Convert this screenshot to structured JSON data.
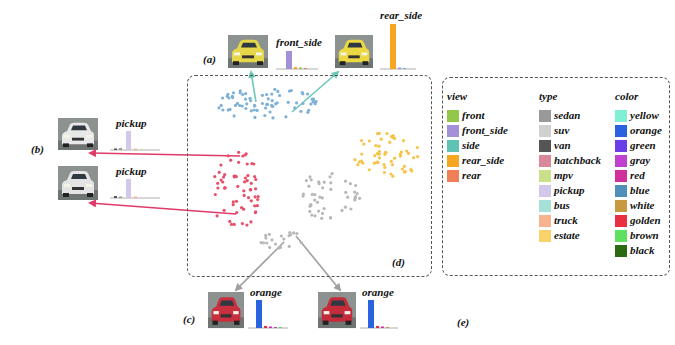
{
  "diagram": {
    "nodes": [
      {
        "text": [
          "(d)"
        ]
      },
      {
        "text": [
          "front_side"
        ]
      },
      {
        "text": [
          "rear_side"
        ]
      },
      {
        "text": [
          "pickup"
        ]
      },
      {
        "text": [
          "pickup"
        ]
      },
      {
        "text": [
          "orange"
        ]
      },
      {
        "text": [
          "orange"
        ]
      },
      {
        "text": [
          "(e)"
        ]
      }
    ],
    "labels": [
      "(a)",
      "(b)",
      "(c)",
      "view",
      "type",
      "color"
    ],
    "legend": [
      {
        "text": "front",
        "color": "#92c84a"
      },
      {
        "text": "front_side",
        "color": "#a48fd9"
      },
      {
        "text": "side",
        "color": "#5ec3b3"
      },
      {
        "text": "rear_side",
        "color": "#f5a623"
      },
      {
        "text": "rear",
        "color": "#f07e56"
      },
      {
        "text": "sedan",
        "color": "#999999"
      },
      {
        "text": "suv",
        "color": "#d0d0d0"
      },
      {
        "text": "van",
        "color": "#555555"
      },
      {
        "text": "hatchback",
        "color": "#d9889b"
      },
      {
        "text": "mpv",
        "color": "#c8e08a"
      },
      {
        "text": "pickup",
        "color": "#d4c8ea"
      },
      {
        "text": "bus",
        "color": "#a6e0d6"
      },
      {
        "text": "truck",
        "color": "#f6b38e"
      },
      {
        "text": "estate",
        "color": "#f9d26a"
      },
      {
        "text": "yellow",
        "color": "#80f0d4"
      },
      {
        "text": "orange",
        "color": "#2a62e0"
      },
      {
        "text": "green",
        "color": "#6a3de8"
      },
      {
        "text": "gray",
        "color": "#c040d0"
      },
      {
        "text": "red",
        "color": "#d0309a"
      },
      {
        "text": "blue",
        "color": "#5090b8"
      },
      {
        "text": "white",
        "color": "#c89a40"
      },
      {
        "text": "golden",
        "color": "#e83040"
      },
      {
        "text": "brown",
        "color": "#60e060"
      },
      {
        "text": "black",
        "color": "#2a6a10"
      }
    ]
  }
}
